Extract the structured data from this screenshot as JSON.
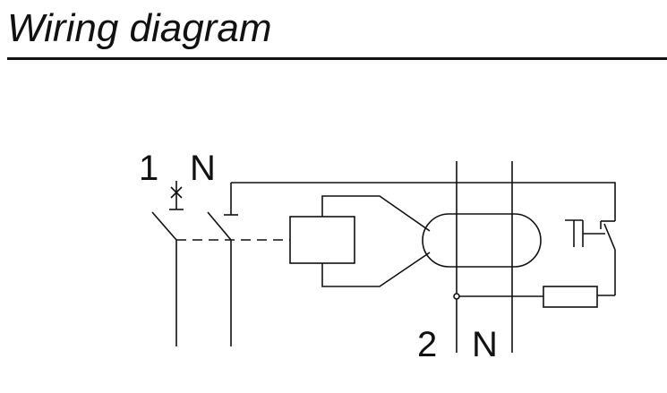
{
  "header": {
    "title": "Wiring diagram"
  },
  "terminals": {
    "input_line": "1",
    "input_neutral": "N",
    "output_line": "2",
    "output_neutral": "N"
  },
  "colors": {
    "ink": "#111111",
    "background": "#ffffff"
  },
  "icons": {
    "test_button": "test-button-symbol",
    "resistor": "resistor-symbol",
    "trip_coil": "trip-coil-symbol",
    "current_transformer": "current-transformer-symbol"
  }
}
